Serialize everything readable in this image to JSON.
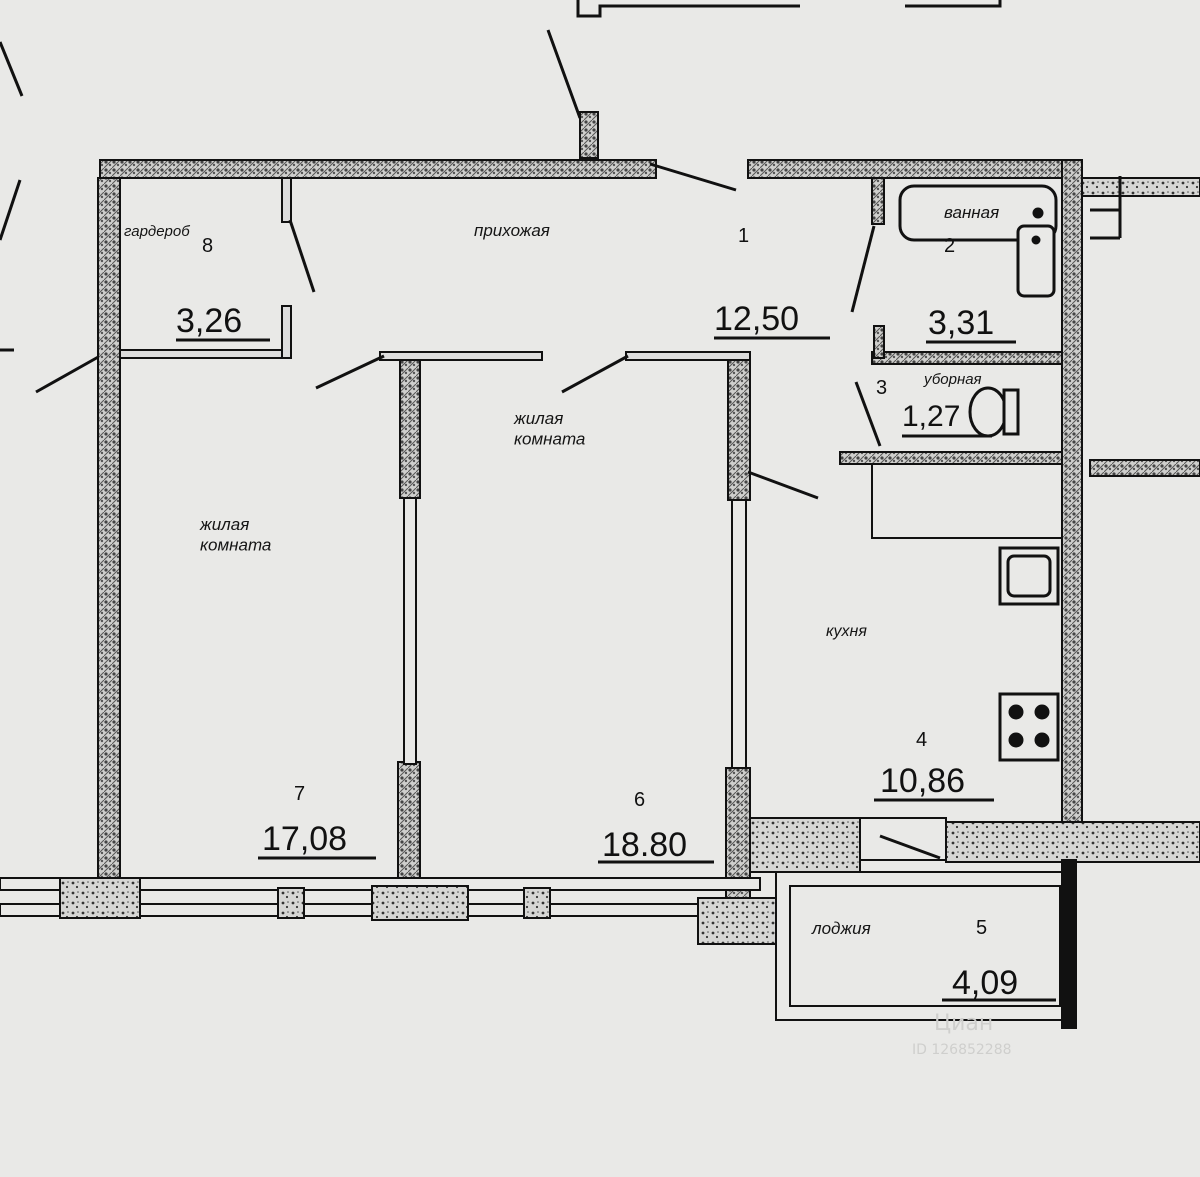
{
  "rooms": [
    {
      "num": "1",
      "name": "прихожая",
      "area": "12,50"
    },
    {
      "num": "2",
      "name": "ванная",
      "area": "3,31"
    },
    {
      "num": "3",
      "name": "уборная",
      "area": "1,27"
    },
    {
      "num": "4",
      "name": "кухня",
      "area": "10,86"
    },
    {
      "num": "5",
      "name": "лоджия",
      "area": "4,09"
    },
    {
      "num": "6",
      "name": "жилая комната",
      "area": "18.80"
    },
    {
      "num": "7",
      "name": "жилая комната",
      "area": "17,08"
    },
    {
      "num": "8",
      "name": "гардероб",
      "area": "3,26"
    }
  ],
  "watermark": {
    "brand": "Циан",
    "id": "ID 126852288"
  }
}
